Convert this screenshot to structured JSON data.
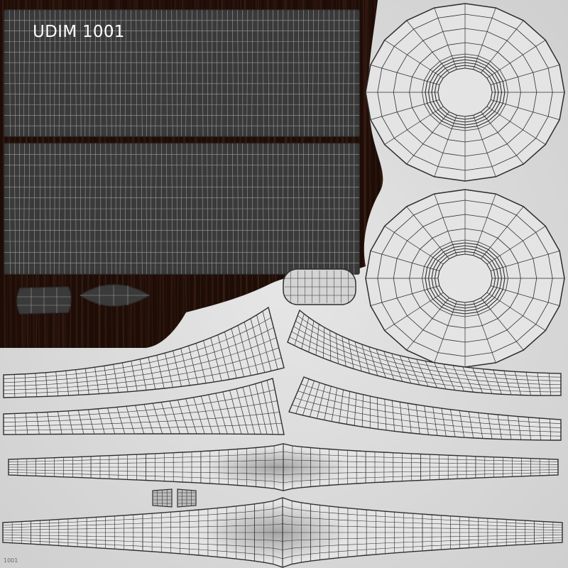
{
  "texture": {
    "title": "UDIM 1001",
    "corner_label": "1001"
  },
  "colors": {
    "wood_dark": "#1e0d07",
    "wood_grain": "#4a2a1c",
    "paper": "#dcdcdc",
    "shell_fill": "#3a3a3a",
    "shell_wire": "#9c9c9c",
    "wire_dark": "#2e2e2e",
    "uv_fill_light": "#e4e4e4"
  },
  "islands": [
    {
      "name": "uv-island-seat-top"
    },
    {
      "name": "uv-island-seat-bottom"
    },
    {
      "name": "uv-island-small-block"
    },
    {
      "name": "uv-island-small-lens"
    },
    {
      "name": "uv-island-rounded-pad"
    },
    {
      "name": "uv-island-disc-top"
    },
    {
      "name": "uv-island-disc-bottom"
    },
    {
      "name": "uv-island-curved-left-1"
    },
    {
      "name": "uv-island-curved-right-1"
    },
    {
      "name": "uv-island-curved-left-2"
    },
    {
      "name": "uv-island-curved-right-2"
    },
    {
      "name": "uv-island-long-strip-1"
    },
    {
      "name": "uv-island-long-strip-2"
    },
    {
      "name": "uv-island-tiny-tab-1"
    },
    {
      "name": "uv-island-tiny-tab-2"
    }
  ]
}
